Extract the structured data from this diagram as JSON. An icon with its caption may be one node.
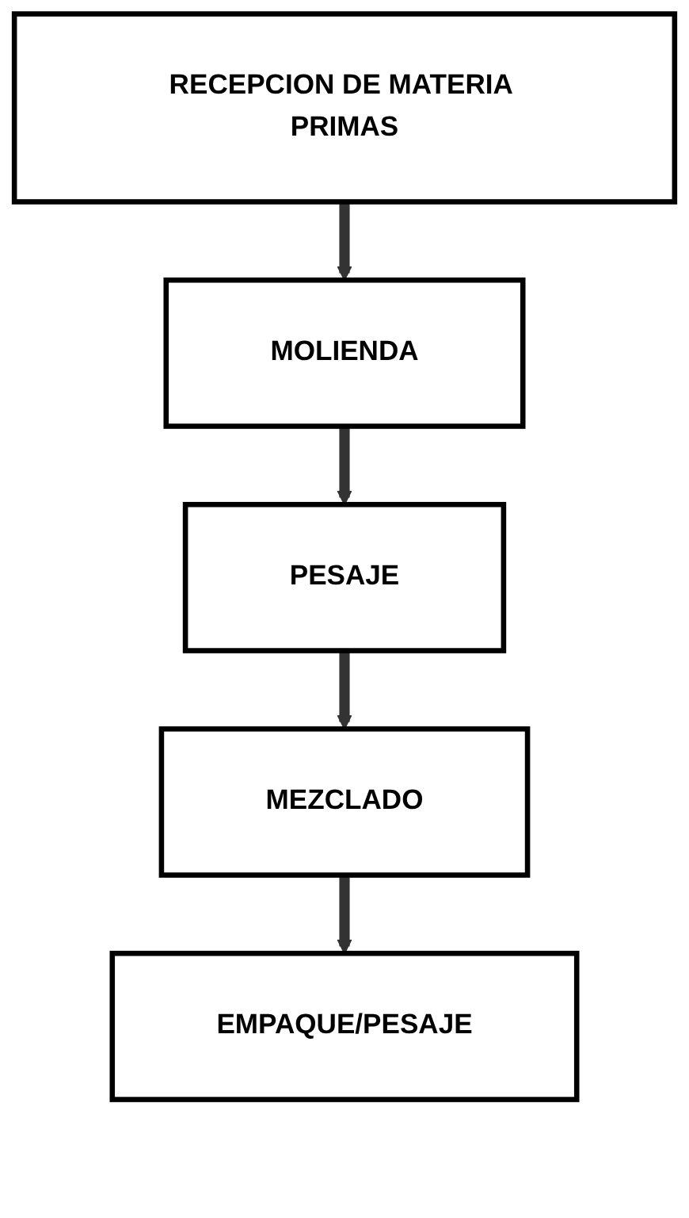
{
  "diagram": {
    "nodes": [
      {
        "text": [
          "RECEPCION DE MATERIA PRIMAS"
        ]
      },
      {
        "text": [
          "MOLIENDA"
        ]
      },
      {
        "text": [
          "PESAJE"
        ]
      },
      {
        "text": [
          "MEZCLADO"
        ]
      },
      {
        "text": [
          "EMPAQUE/PESAJE"
        ]
      }
    ],
    "edges": [
      {
        "from": 0,
        "to": 1,
        "arrow": "to"
      },
      {
        "from": 1,
        "to": 2,
        "arrow": "to"
      },
      {
        "from": 2,
        "to": 3,
        "arrow": "to"
      },
      {
        "from": 3,
        "to": 4,
        "arrow": "to"
      }
    ]
  }
}
